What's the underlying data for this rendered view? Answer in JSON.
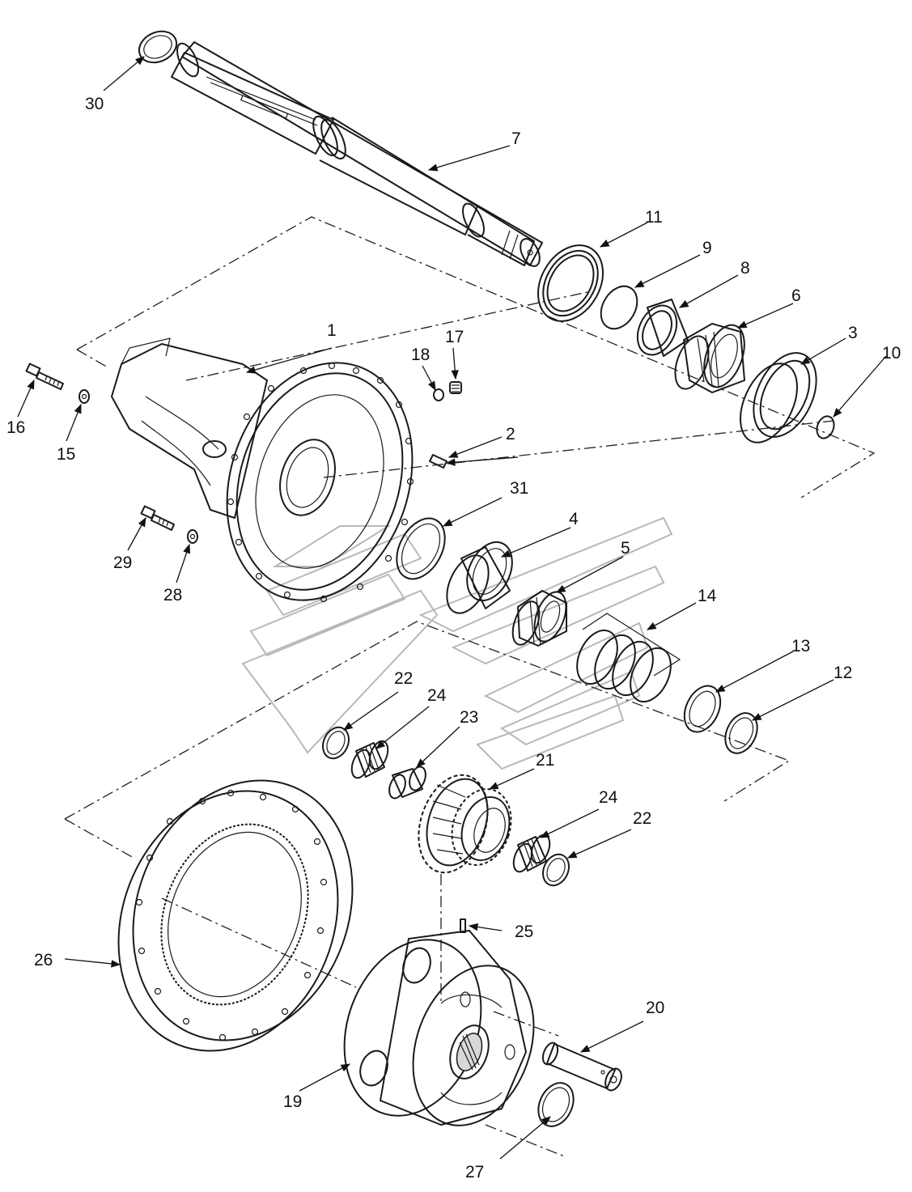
{
  "callouts": [
    {
      "label": "1"
    },
    {
      "label": "2"
    },
    {
      "label": "3"
    },
    {
      "label": "4"
    },
    {
      "label": "5"
    },
    {
      "label": "6"
    },
    {
      "label": "7"
    },
    {
      "label": "8"
    },
    {
      "label": "9"
    },
    {
      "label": "10"
    },
    {
      "label": "11"
    },
    {
      "label": "12"
    },
    {
      "label": "13"
    },
    {
      "label": "14"
    },
    {
      "label": "15"
    },
    {
      "label": "16"
    },
    {
      "label": "17"
    },
    {
      "label": "18"
    },
    {
      "label": "2"
    },
    {
      "label": "28"
    },
    {
      "label": "29"
    },
    {
      "label": "30"
    },
    {
      "label": "31"
    },
    {
      "label": "22"
    },
    {
      "label": "24"
    },
    {
      "label": "23"
    },
    {
      "label": "21"
    },
    {
      "label": "24"
    },
    {
      "label": "22"
    },
    {
      "label": "25"
    },
    {
      "label": "26"
    },
    {
      "label": "20"
    },
    {
      "label": "19"
    },
    {
      "label": "27"
    }
  ],
  "colors": {
    "line": "#1a1a1a",
    "shade": "#d8d8d8",
    "watermark": "#b8b8b8",
    "background": "#ffffff"
  }
}
